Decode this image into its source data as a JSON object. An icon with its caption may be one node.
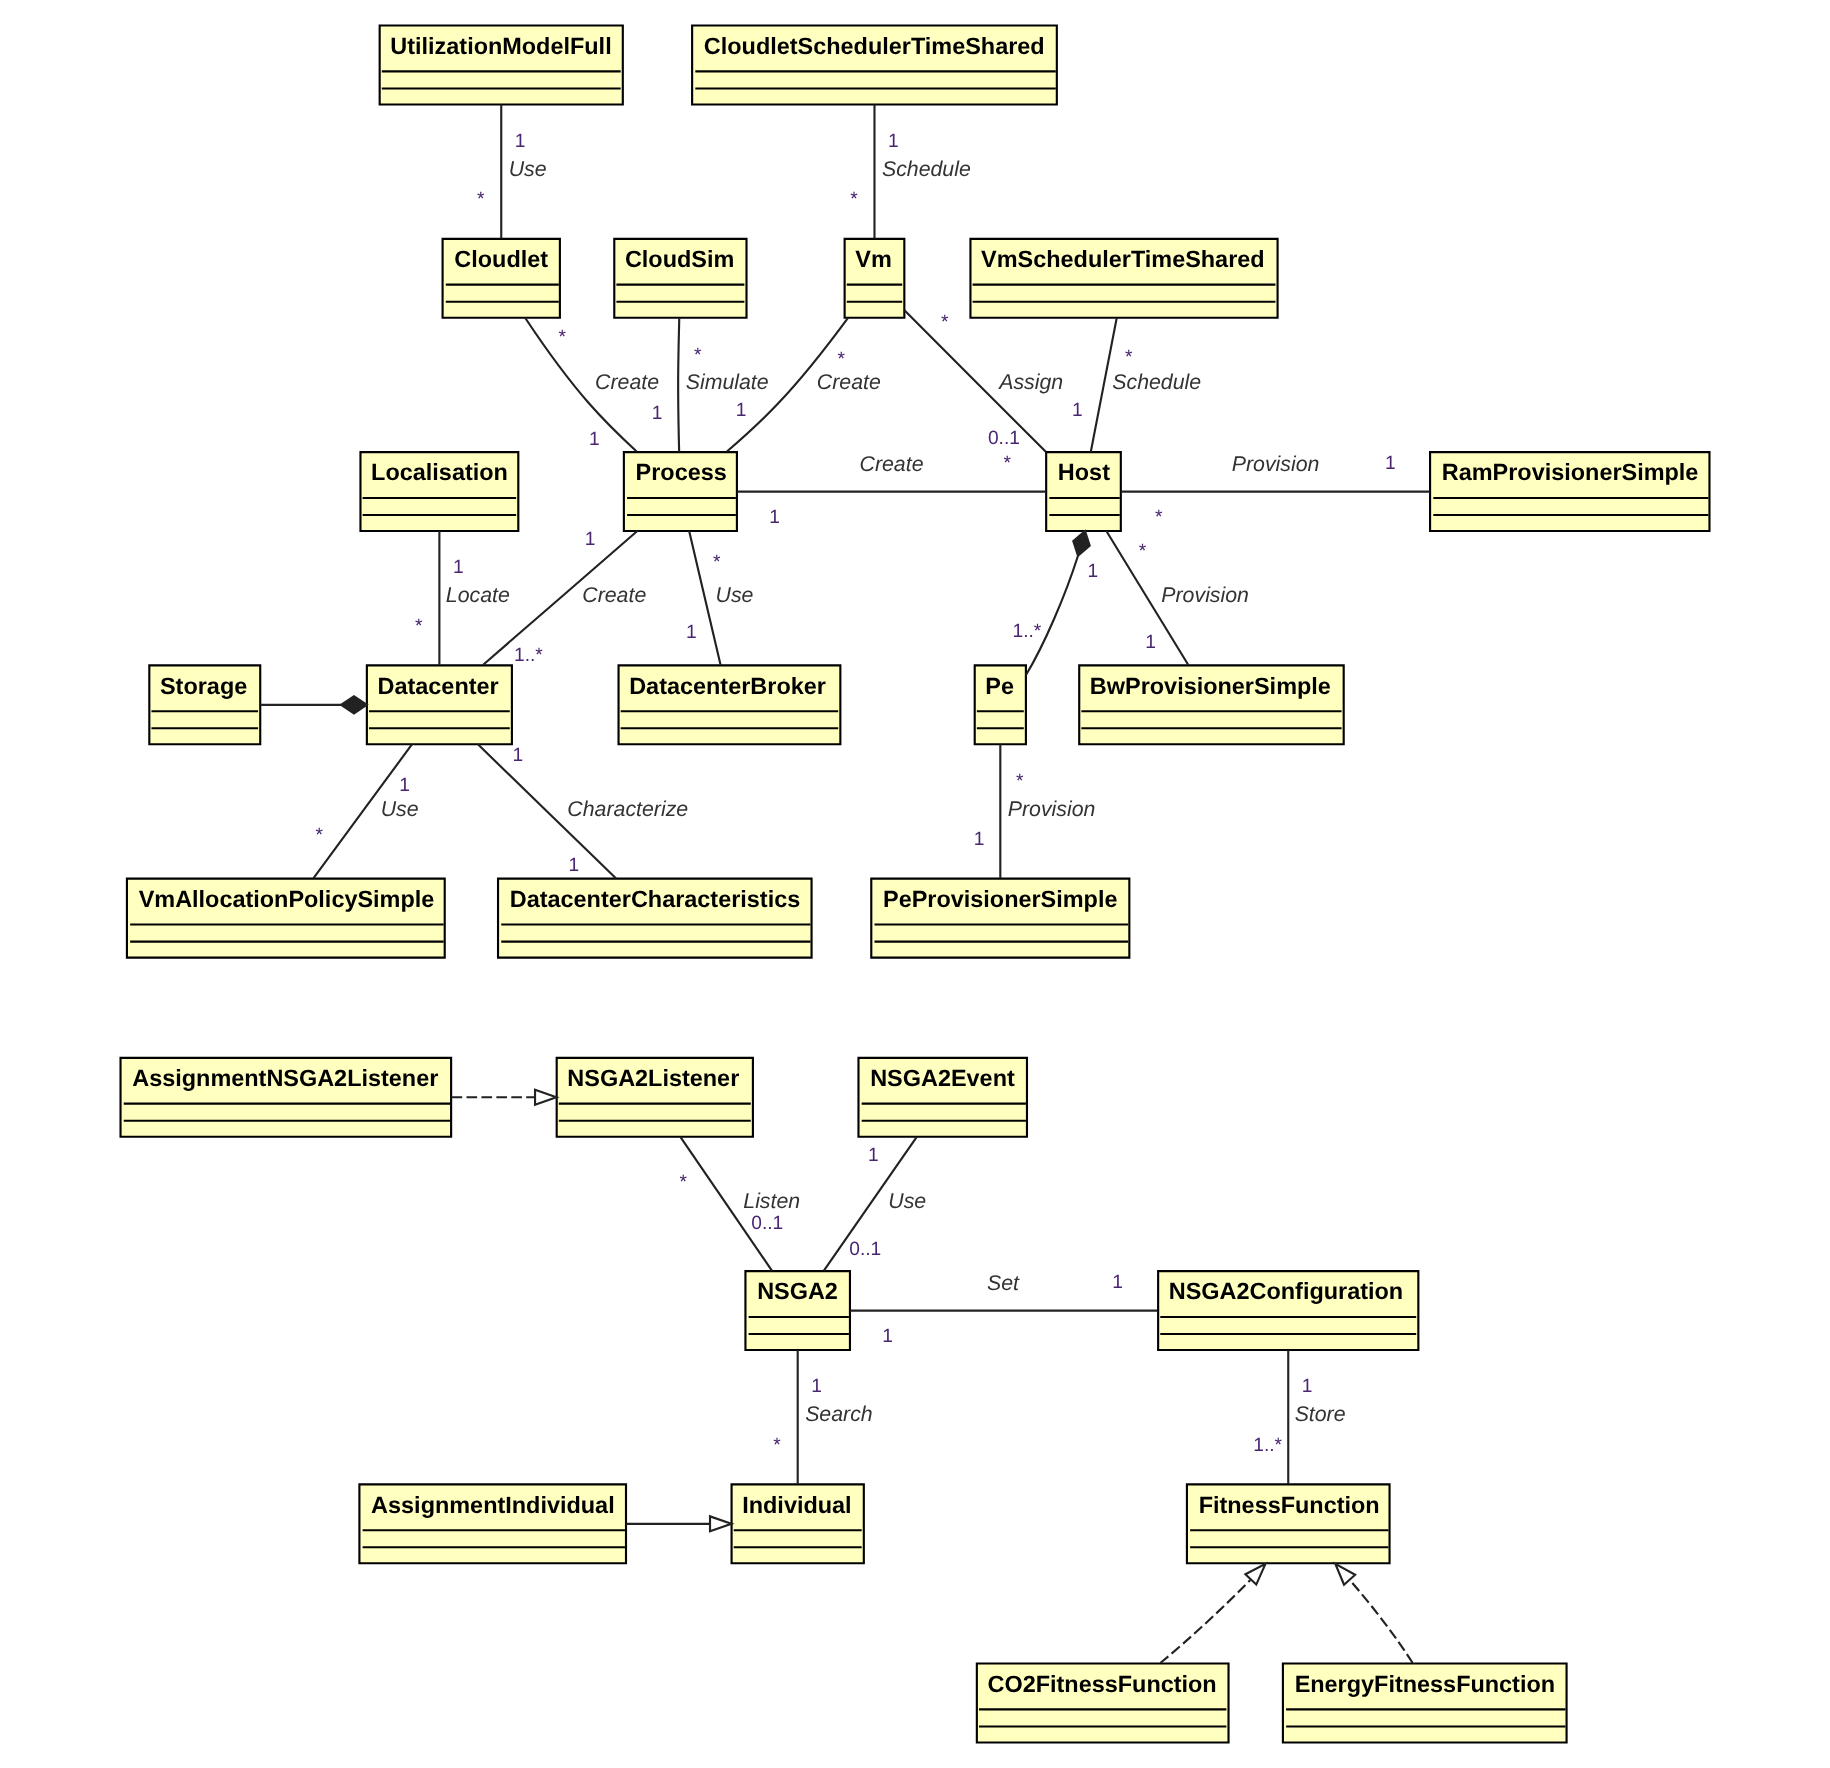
{
  "diagram": {
    "nodes": [
      {
        "text": [
          "UtilizationModelFull"
        ]
      },
      {
        "text": [
          "CloudletSchedulerTimeShared"
        ]
      },
      {
        "text": [
          "Cloudlet"
        ]
      },
      {
        "text": [
          "Vm"
        ]
      },
      {
        "text": [
          "VmSchedulerTimeShared"
        ]
      },
      {
        "text": [
          "Localisation"
        ]
      },
      {
        "text": [
          "CloudSim"
        ]
      },
      {
        "text": [
          "Process"
        ]
      },
      {
        "text": [
          "RamProvisionerSimple"
        ]
      },
      {
        "text": [
          "Host"
        ]
      },
      {
        "text": [
          "Storage"
        ]
      },
      {
        "text": [
          "Datacenter"
        ]
      },
      {
        "text": [
          "DatacenterBroker"
        ]
      },
      {
        "text": [
          "BwProvisionerSimple"
        ]
      },
      {
        "text": [
          "Pe"
        ]
      },
      {
        "text": [
          "VmAllocationPolicySimple"
        ]
      },
      {
        "text": [
          "DatacenterCharacteristics"
        ]
      },
      {
        "text": [
          "PeProvisionerSimple"
        ]
      },
      {
        "text": [
          "AssignmentNSGA2Listener"
        ]
      },
      {
        "text": [
          "NSGA2Listener"
        ]
      },
      {
        "text": [
          "NSGA2Event"
        ]
      },
      {
        "text": [
          "NSGA2"
        ]
      },
      {
        "text": [
          "NSGA2Configuration"
        ]
      },
      {
        "text": [
          "FitnessFunction"
        ]
      },
      {
        "text": [
          "AssignmentIndividual"
        ]
      },
      {
        "text": [
          "Individual"
        ]
      },
      {
        "text": [
          "CO2FitnessFunction"
        ]
      },
      {
        "text": [
          "EnergyFitnessFunction"
        ]
      }
    ],
    "edges": [
      {
        "from": 0,
        "to": 2,
        "arrow": "none",
        "label": "Use"
      },
      {
        "from": 2,
        "to": 7,
        "arrow": "none",
        "label": "Create"
      },
      {
        "from": 1,
        "to": 3,
        "arrow": "none",
        "label": "Schedule"
      },
      {
        "from": 3,
        "to": 7,
        "arrow": "none",
        "label": "Create"
      },
      {
        "from": 3,
        "to": 9,
        "arrow": "none",
        "label": "Assign"
      },
      {
        "from": 6,
        "to": 7,
        "arrow": "none",
        "label": "Simulate"
      },
      {
        "from": 5,
        "to": 11,
        "arrow": "none",
        "label": "Locate"
      },
      {
        "from": 7,
        "to": 11,
        "arrow": "none",
        "label": "Create"
      },
      {
        "from": 7,
        "to": 9,
        "arrow": "none",
        "label": "Create"
      },
      {
        "from": 7,
        "to": 12,
        "arrow": "none",
        "label": "Use"
      },
      {
        "from": 4,
        "to": 9,
        "arrow": "none",
        "label": "Schedule"
      },
      {
        "from": 9,
        "to": 8,
        "arrow": "none",
        "label": "Provision"
      },
      {
        "from": 9,
        "to": 13,
        "arrow": "none",
        "label": "Provision"
      },
      {
        "from": 14,
        "to": 9,
        "arrow": "other"
      },
      {
        "from": 10,
        "to": 11,
        "arrow": "other"
      },
      {
        "from": 14,
        "to": 17,
        "arrow": "none",
        "label": "Provision"
      },
      {
        "from": 11,
        "to": 15,
        "arrow": "none",
        "label": "Use"
      },
      {
        "from": 11,
        "to": 16,
        "arrow": "none",
        "label": "Characterize"
      },
      {
        "from": 18,
        "to": 19,
        "arrow": "to",
        "style": "dashed"
      },
      {
        "from": 19,
        "to": 21,
        "arrow": "none",
        "label": "Listen"
      },
      {
        "from": 20,
        "to": 21,
        "arrow": "none",
        "label": "Use"
      },
      {
        "from": 21,
        "to": 22,
        "arrow": "none",
        "label": "Set"
      },
      {
        "from": 22,
        "to": 23,
        "arrow": "none",
        "label": "Store"
      },
      {
        "from": 21,
        "to": 25,
        "arrow": "none",
        "label": "Search"
      },
      {
        "from": 24,
        "to": 25,
        "arrow": "to"
      },
      {
        "from": 26,
        "to": 23,
        "arrow": "to",
        "style": "dashed"
      },
      {
        "from": 27,
        "to": 23,
        "arrow": "to",
        "style": "dashed"
      }
    ],
    "labels": [
      "1",
      "*",
      "*",
      "1",
      "1",
      "*",
      "*",
      "1",
      "*",
      "0..1",
      "*",
      "1",
      "1",
      "*",
      "1",
      "1..*",
      "1",
      "*",
      "*",
      "1",
      "*",
      "1",
      "*",
      "1",
      "*",
      "1",
      "1..*",
      "1",
      "*",
      "1",
      "1",
      "*",
      "1",
      "1",
      "*",
      "0..1",
      "1",
      "0..1",
      "1",
      "1",
      "1",
      "1..*",
      "1",
      "*"
    ]
  }
}
